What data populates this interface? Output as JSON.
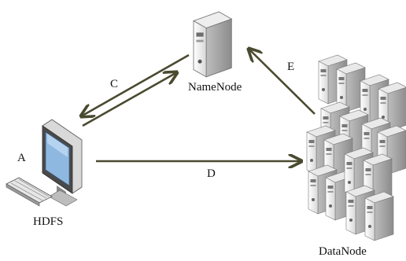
{
  "diagram": {
    "nodes": {
      "namenode": {
        "label": "NameNode",
        "icon": "server-icon"
      },
      "client": {
        "label": "HDFS",
        "icon": "desktop-computer-icon"
      },
      "datanode": {
        "label": "DataNode",
        "icon": "server-cluster-icon"
      }
    },
    "edges": {
      "c": {
        "label": "C",
        "from": "client",
        "to": "namenode",
        "bidirectional": true
      },
      "d": {
        "label": "D",
        "from": "client",
        "to": "datanode"
      },
      "e": {
        "label": "E",
        "from": "datanode",
        "to": "namenode"
      }
    },
    "client_tag": "A"
  },
  "colors": {
    "arrow": "#4a4a30",
    "server_light": "#f2f2f2",
    "server_mid": "#cfcfcf",
    "server_dark": "#9a9a9a",
    "screen": "#8fb8e0"
  }
}
